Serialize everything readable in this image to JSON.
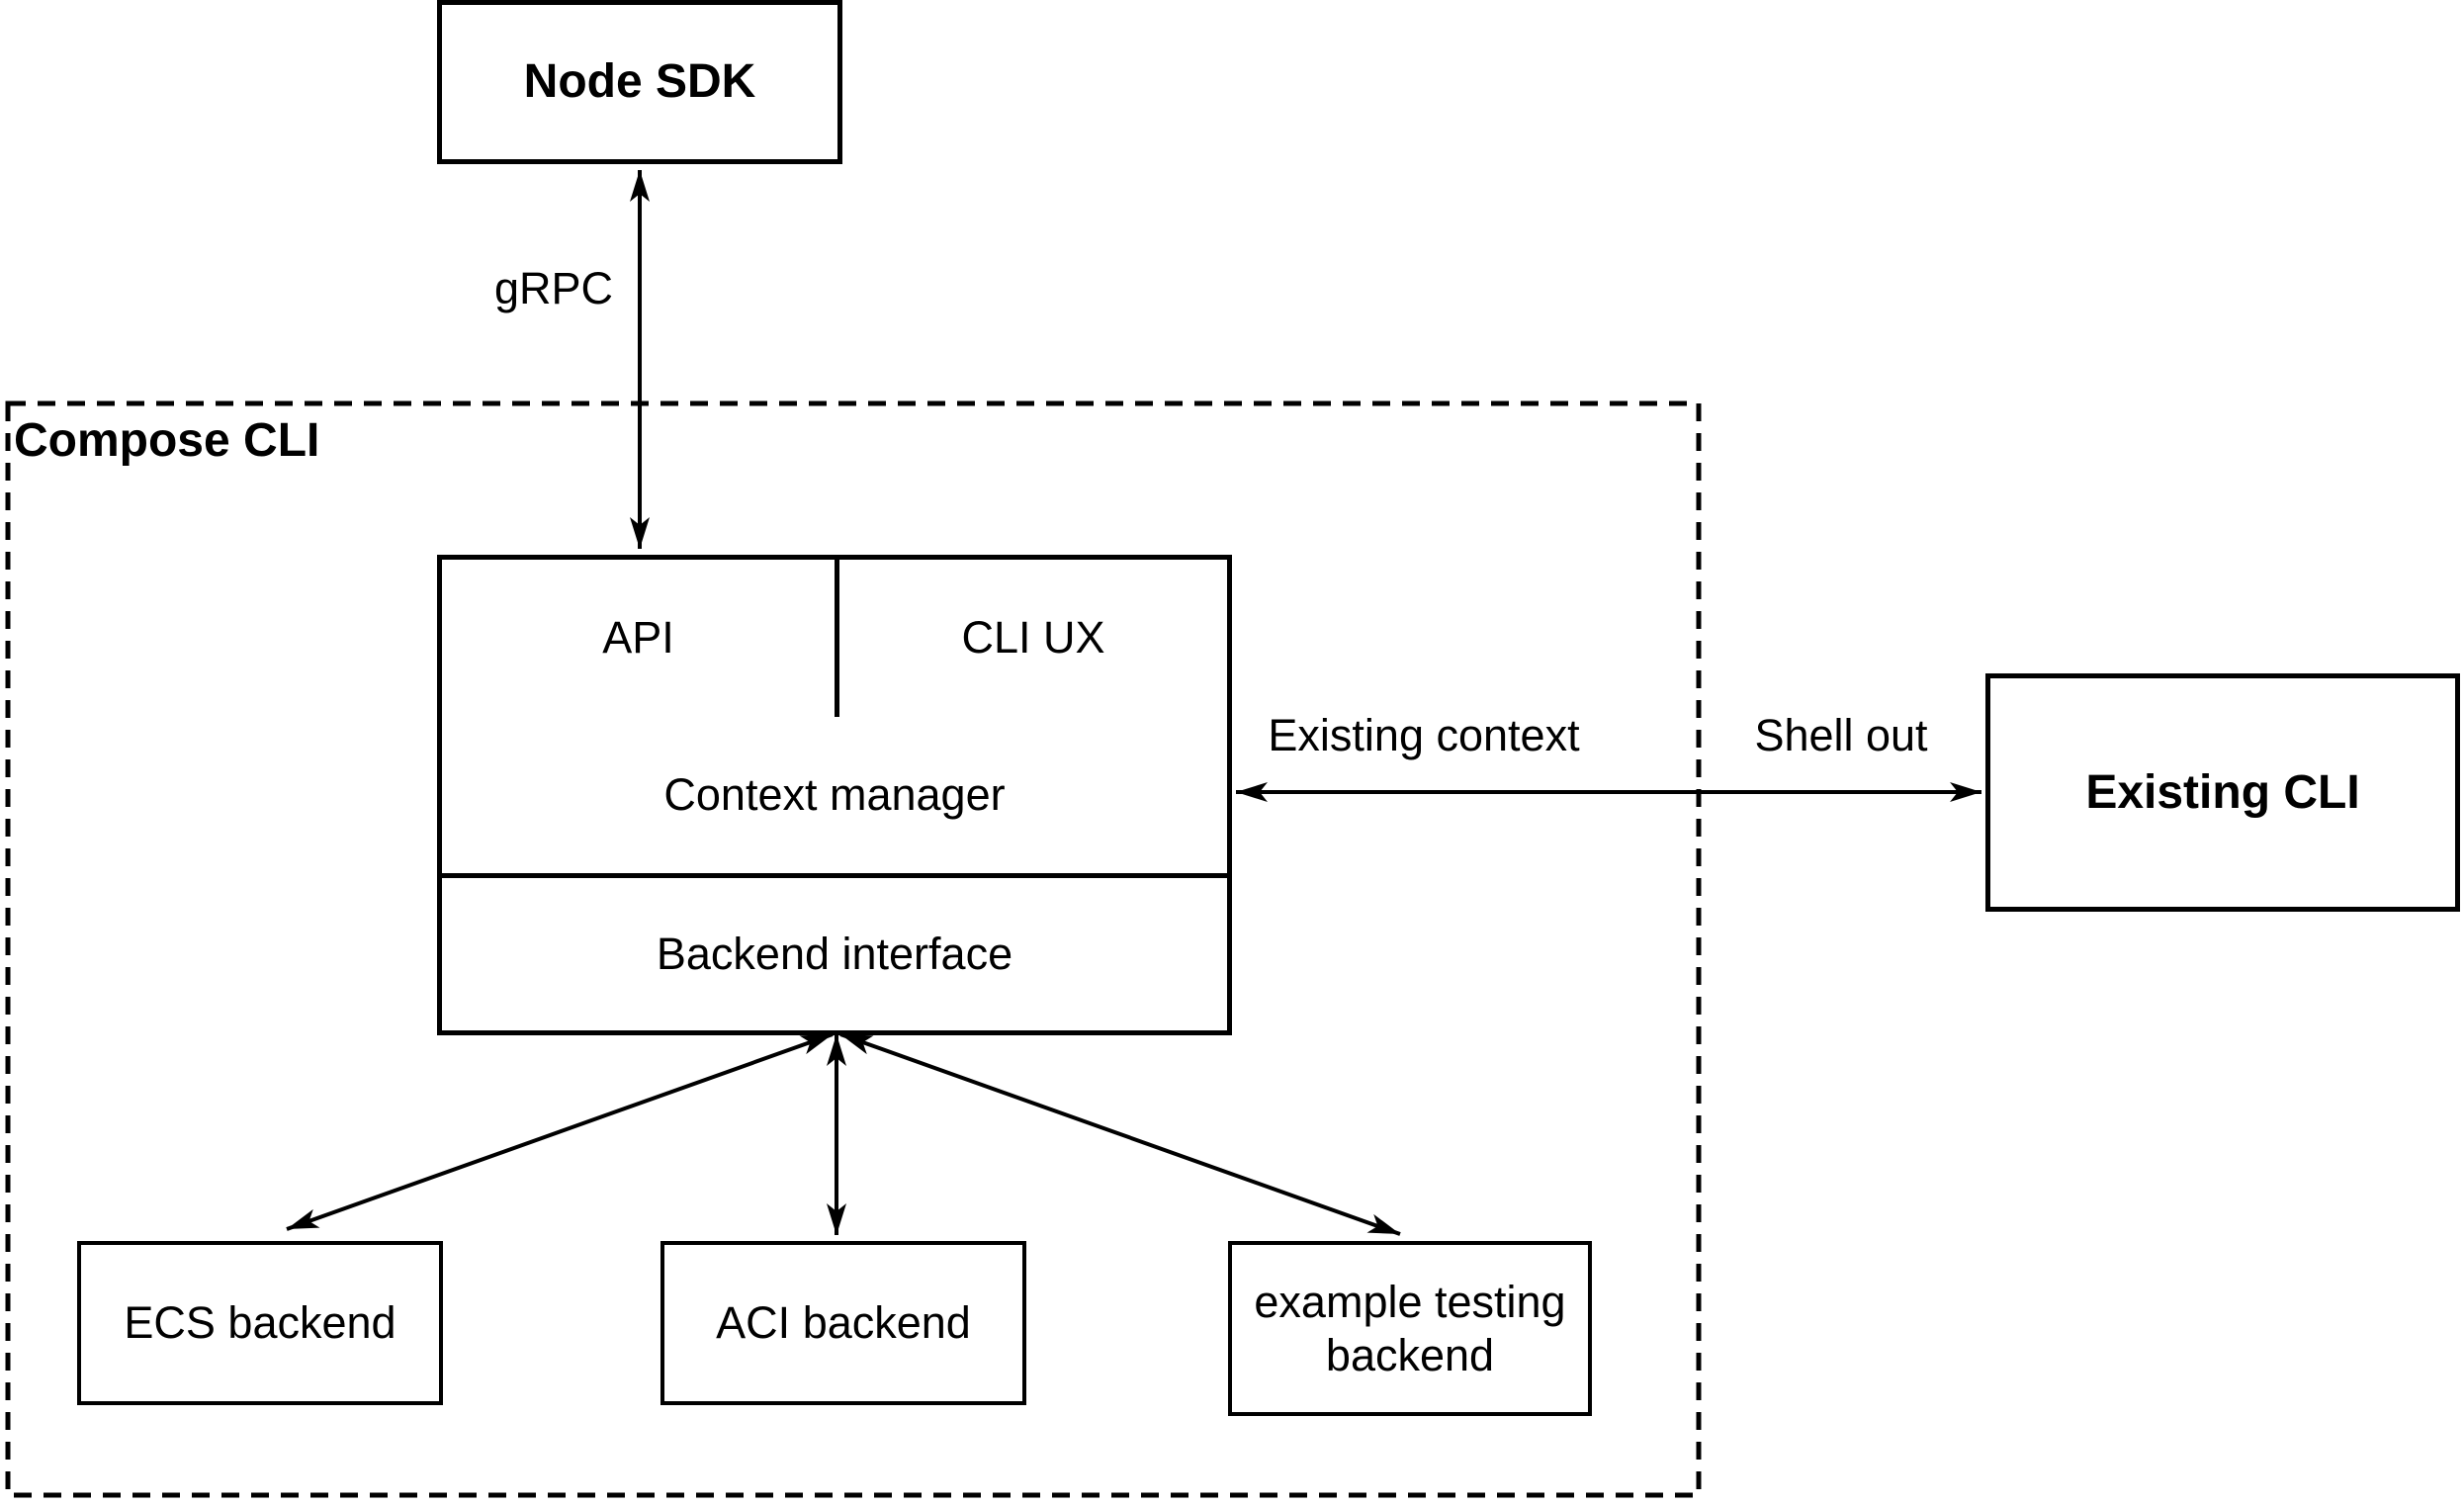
{
  "diagram": {
    "background_color": "#ffffff",
    "stroke_color": "#000000",
    "container": {
      "label": "Compose CLI"
    },
    "nodes": {
      "node_sdk": {
        "label": "Node SDK"
      },
      "api": {
        "label": "API"
      },
      "cli_ux": {
        "label": "CLI UX"
      },
      "context_manager": {
        "label": "Context manager"
      },
      "backend_interface": {
        "label": "Backend interface"
      },
      "existing_cli": {
        "label": "Existing CLI"
      },
      "ecs_backend": {
        "label": "ECS backend"
      },
      "aci_backend": {
        "label": "ACI backend"
      },
      "example_testing_backend": {
        "label": "example testing backend"
      }
    },
    "edges": {
      "grpc": {
        "label": "gRPC"
      },
      "existing_context": {
        "label": "Existing context"
      },
      "shell_out": {
        "label": "Shell out"
      }
    }
  }
}
